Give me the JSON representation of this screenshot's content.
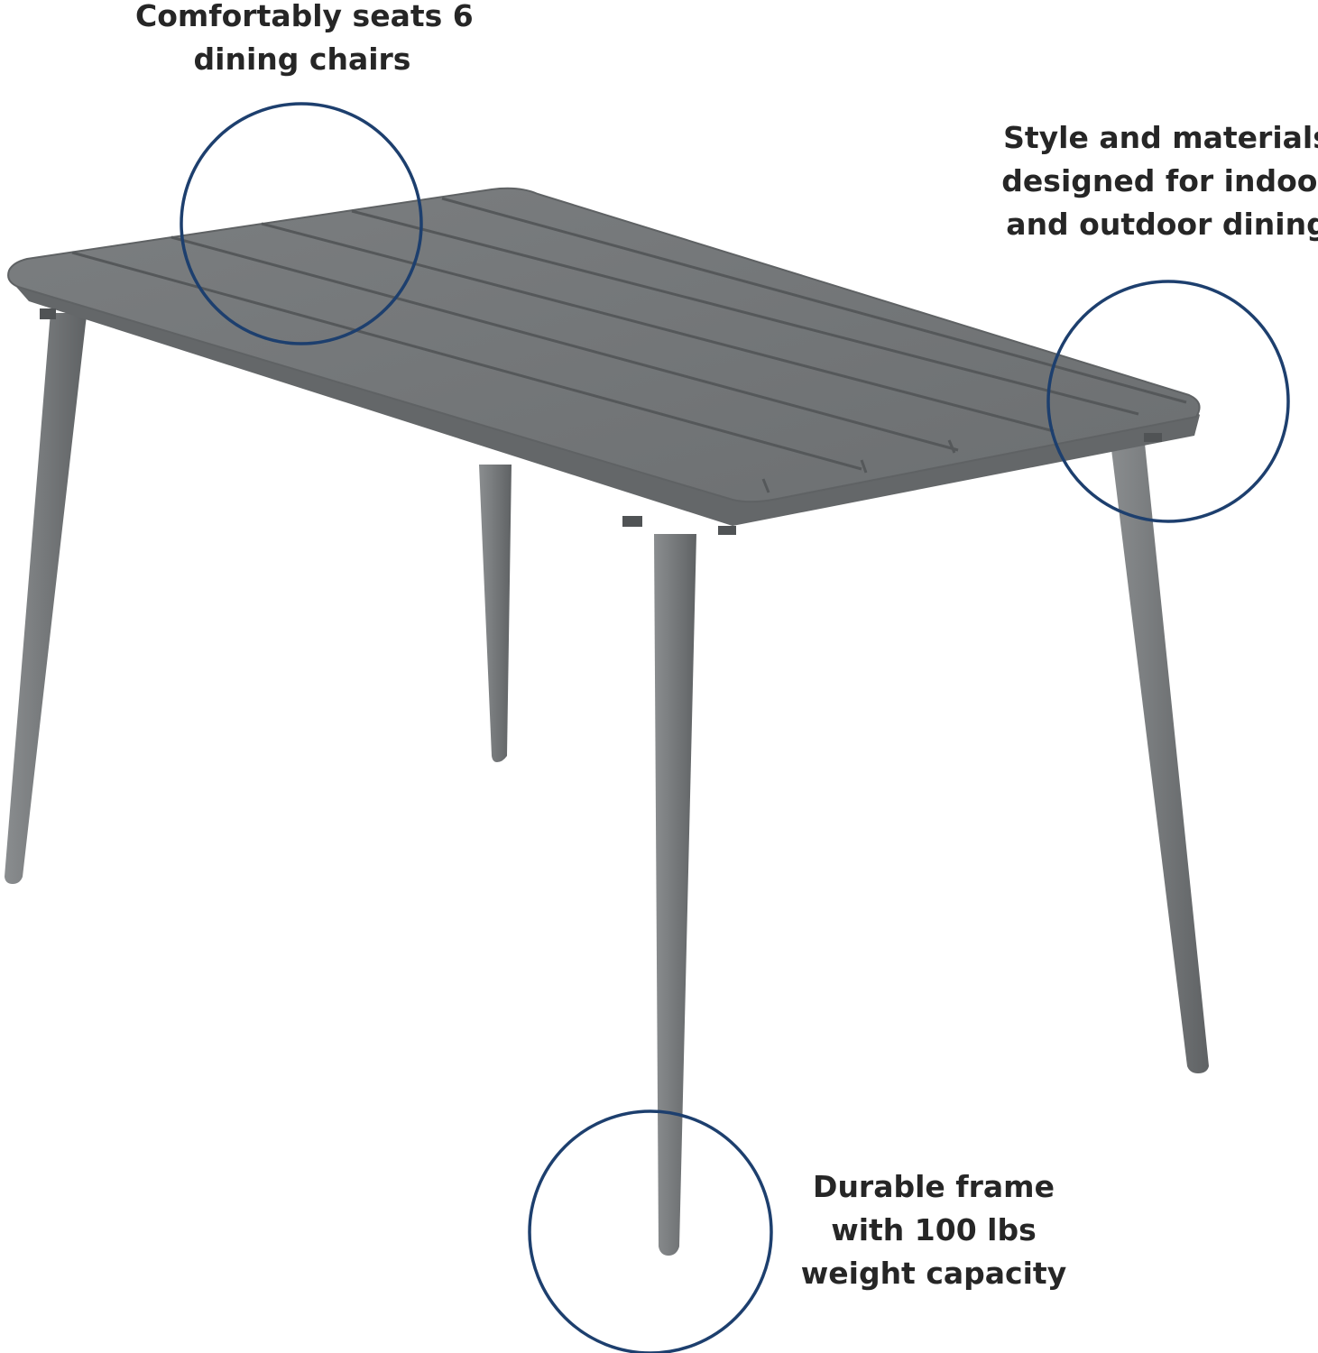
{
  "colors": {
    "background": "#ffffff",
    "table_top": "#747779",
    "table_leg": "#75787a",
    "callout_circle": "#1d3f6e",
    "callout_text": "#262626"
  },
  "callouts": {
    "seats": {
      "lines": [
        "Comfortably seats 6",
        "dining chairs"
      ]
    },
    "materials": {
      "lines": [
        "Style and materials",
        "designed for indoor",
        "and outdoor dining"
      ]
    },
    "frame": {
      "lines": [
        "Durable frame",
        "with 100 lbs",
        "weight capacity"
      ]
    }
  }
}
